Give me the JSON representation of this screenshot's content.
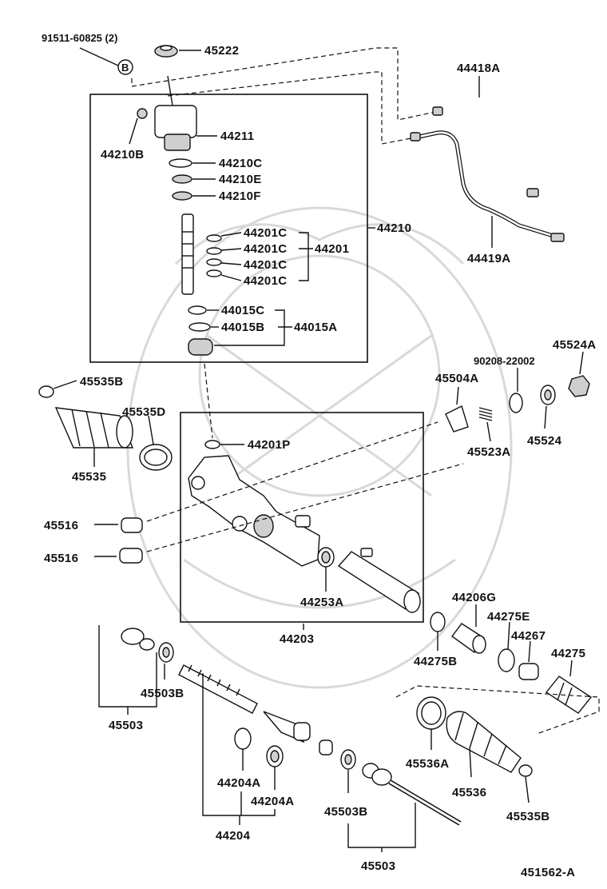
{
  "diagram": {
    "footer_code": "451562-A",
    "bolt_ref_code": "91511-60825 (2)",
    "bolt_ref_marker": "B",
    "labels": {
      "p45222": "45222",
      "p44211": "44211",
      "p44210B": "44210B",
      "p44210C": "44210C",
      "p44210E": "44210E",
      "p44210F": "44210F",
      "p44210": "44210",
      "p44201C_1": "44201C",
      "p44201C_2": "44201C",
      "p44201C_3": "44201C",
      "p44201C_4": "44201C",
      "p44201": "44201",
      "p44015C": "44015C",
      "p44015B": "44015B",
      "p44015A": "44015A",
      "p44418A": "44418A",
      "p44419A": "44419A",
      "p45535B_top": "45535B",
      "p45535D": "45535D",
      "p45535": "45535",
      "p44201P": "44201P",
      "p45516_1": "45516",
      "p45516_2": "45516",
      "p44253A": "44253A",
      "p44203": "44203",
      "p90208": "90208-22002",
      "p45524A": "45524A",
      "p45504A": "45504A",
      "p45523A": "45523A",
      "p45524": "45524",
      "p44206G": "44206G",
      "p44275E": "44275E",
      "p44267": "44267",
      "p44275": "44275",
      "p44275B": "44275B",
      "p45503B_left": "45503B",
      "p45503_left": "45503",
      "p44204A_1": "44204A",
      "p44204A_2": "44204A",
      "p44204": "44204",
      "p45503B_bottom": "45503B",
      "p45503_bottom": "45503",
      "p45536A": "45536A",
      "p45536": "45536",
      "p45535B_bottom": "45535B"
    }
  }
}
